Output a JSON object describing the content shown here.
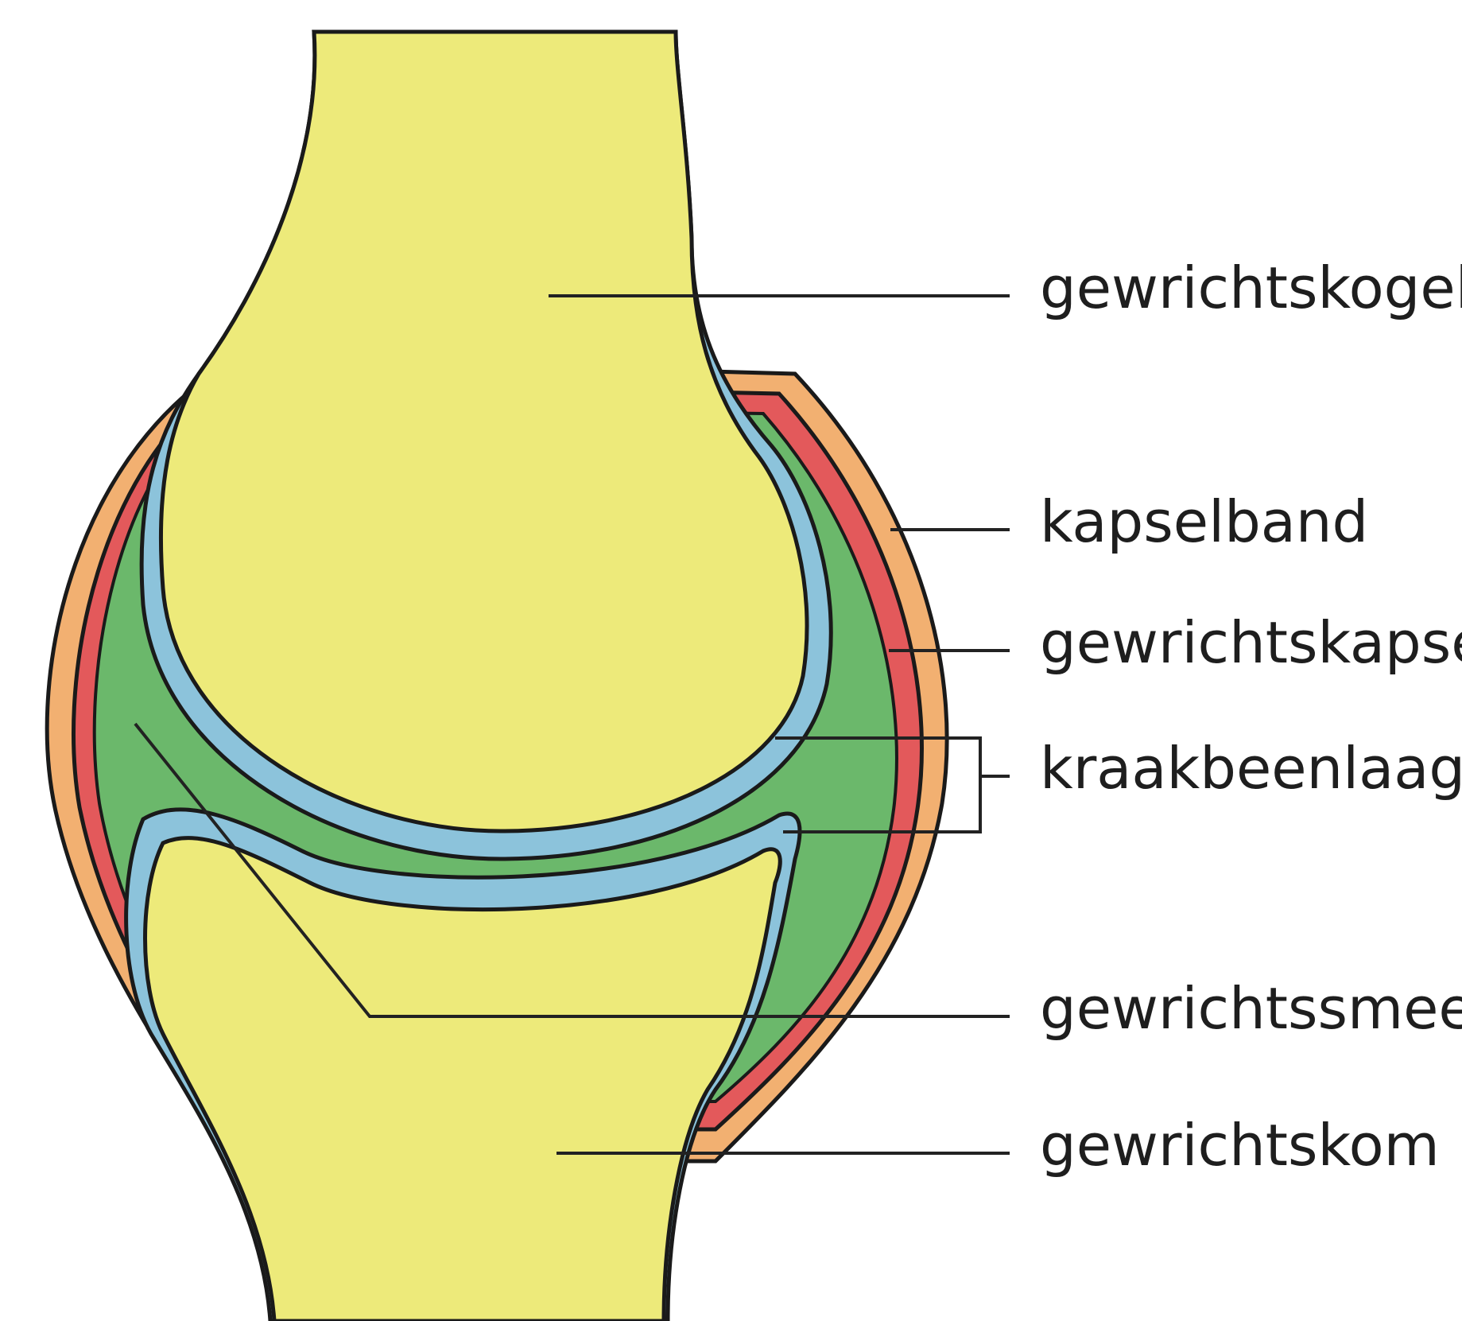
{
  "labels": {
    "gewrichtskogel": "gewrichtskogel",
    "kapselband": "kapselband",
    "gewrichtskapsel": "gewrichtskapsel",
    "kraakbeenlaagje": "kraakbeenlaagje",
    "gewrichtssmeer": "gewrichtssmeer",
    "gewrichtskom": "gewrichtskom"
  },
  "colors": {
    "bone": "#EDEA7A",
    "ligament": "#F2B071",
    "capsule": "#E3595B",
    "synovial_fluid": "#6BB86B",
    "cartilage": "#8CC3DB",
    "outline": "#1a1a1a",
    "leader": "#222222"
  }
}
